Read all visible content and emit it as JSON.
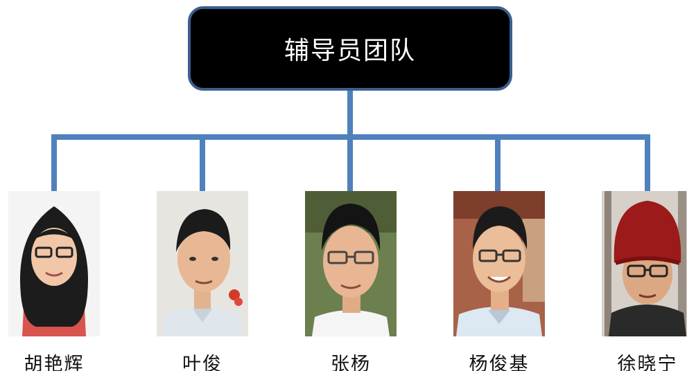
{
  "org_chart": {
    "root": {
      "title": "辅导员团队"
    },
    "members": [
      {
        "name": "胡艳辉"
      },
      {
        "name": "叶俊"
      },
      {
        "name": "张杨"
      },
      {
        "name": "杨俊基"
      },
      {
        "name": "徐晓宁"
      }
    ]
  },
  "colors": {
    "connector": "#4f81bd",
    "root_fill": "#000000",
    "root_border": "#3a5f8f",
    "root_text": "#ffffff"
  }
}
